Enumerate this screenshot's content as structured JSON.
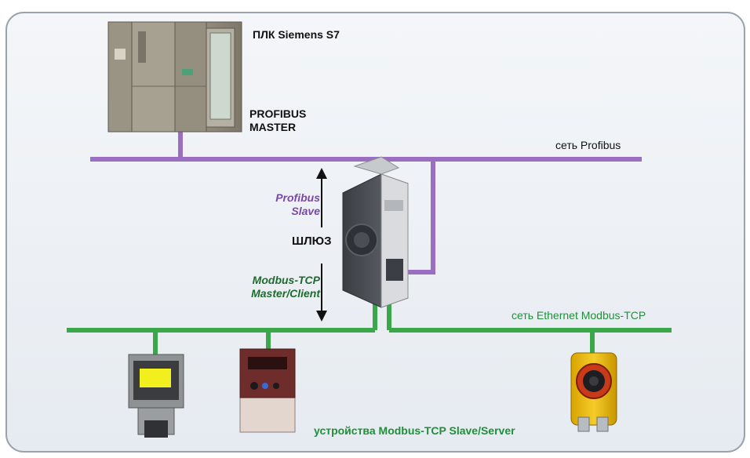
{
  "plc": {
    "title": "ПЛК Siemens S7",
    "role_line1": "PROFIBUS",
    "role_line2": "MASTER"
  },
  "profibus_network": {
    "label": "сеть Profibus",
    "color": "#9b6fbf"
  },
  "gateway": {
    "label": "ШЛЮЗ",
    "upper_role_line1": "Profibus",
    "upper_role_line2": "Slave",
    "lower_role_line1": "Modbus-TCP",
    "lower_role_line2": "Master/Client"
  },
  "ethernet_network": {
    "label": "сеть Ethernet Modbus-TCP",
    "color": "#3aa84a"
  },
  "devices": {
    "label": "устройства Modbus-TCP Slave/Server"
  },
  "frame": {
    "background": "#eef2f6",
    "border": "#9aa3ad"
  }
}
